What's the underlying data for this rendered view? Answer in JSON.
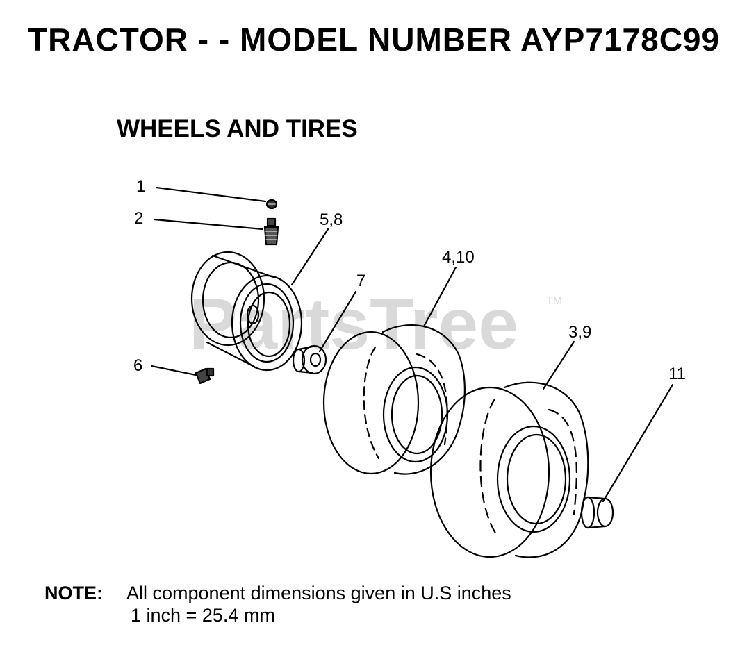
{
  "header": {
    "title": "TRACTOR - - MODEL NUMBER AYP7178C99",
    "section": "WHEELS AND TIRES"
  },
  "watermark": {
    "text": "PartsTree",
    "trademark": "TM"
  },
  "callouts": {
    "c1": "1",
    "c2": "2",
    "c58": "5,8",
    "c7": "7",
    "c410": "4,10",
    "c39": "3,9",
    "c6": "6",
    "c11": "11"
  },
  "note": {
    "label": "NOTE:",
    "line1": "All component dimensions given in U.S  inches",
    "line2": "1 inch = 25.4 mm"
  }
}
